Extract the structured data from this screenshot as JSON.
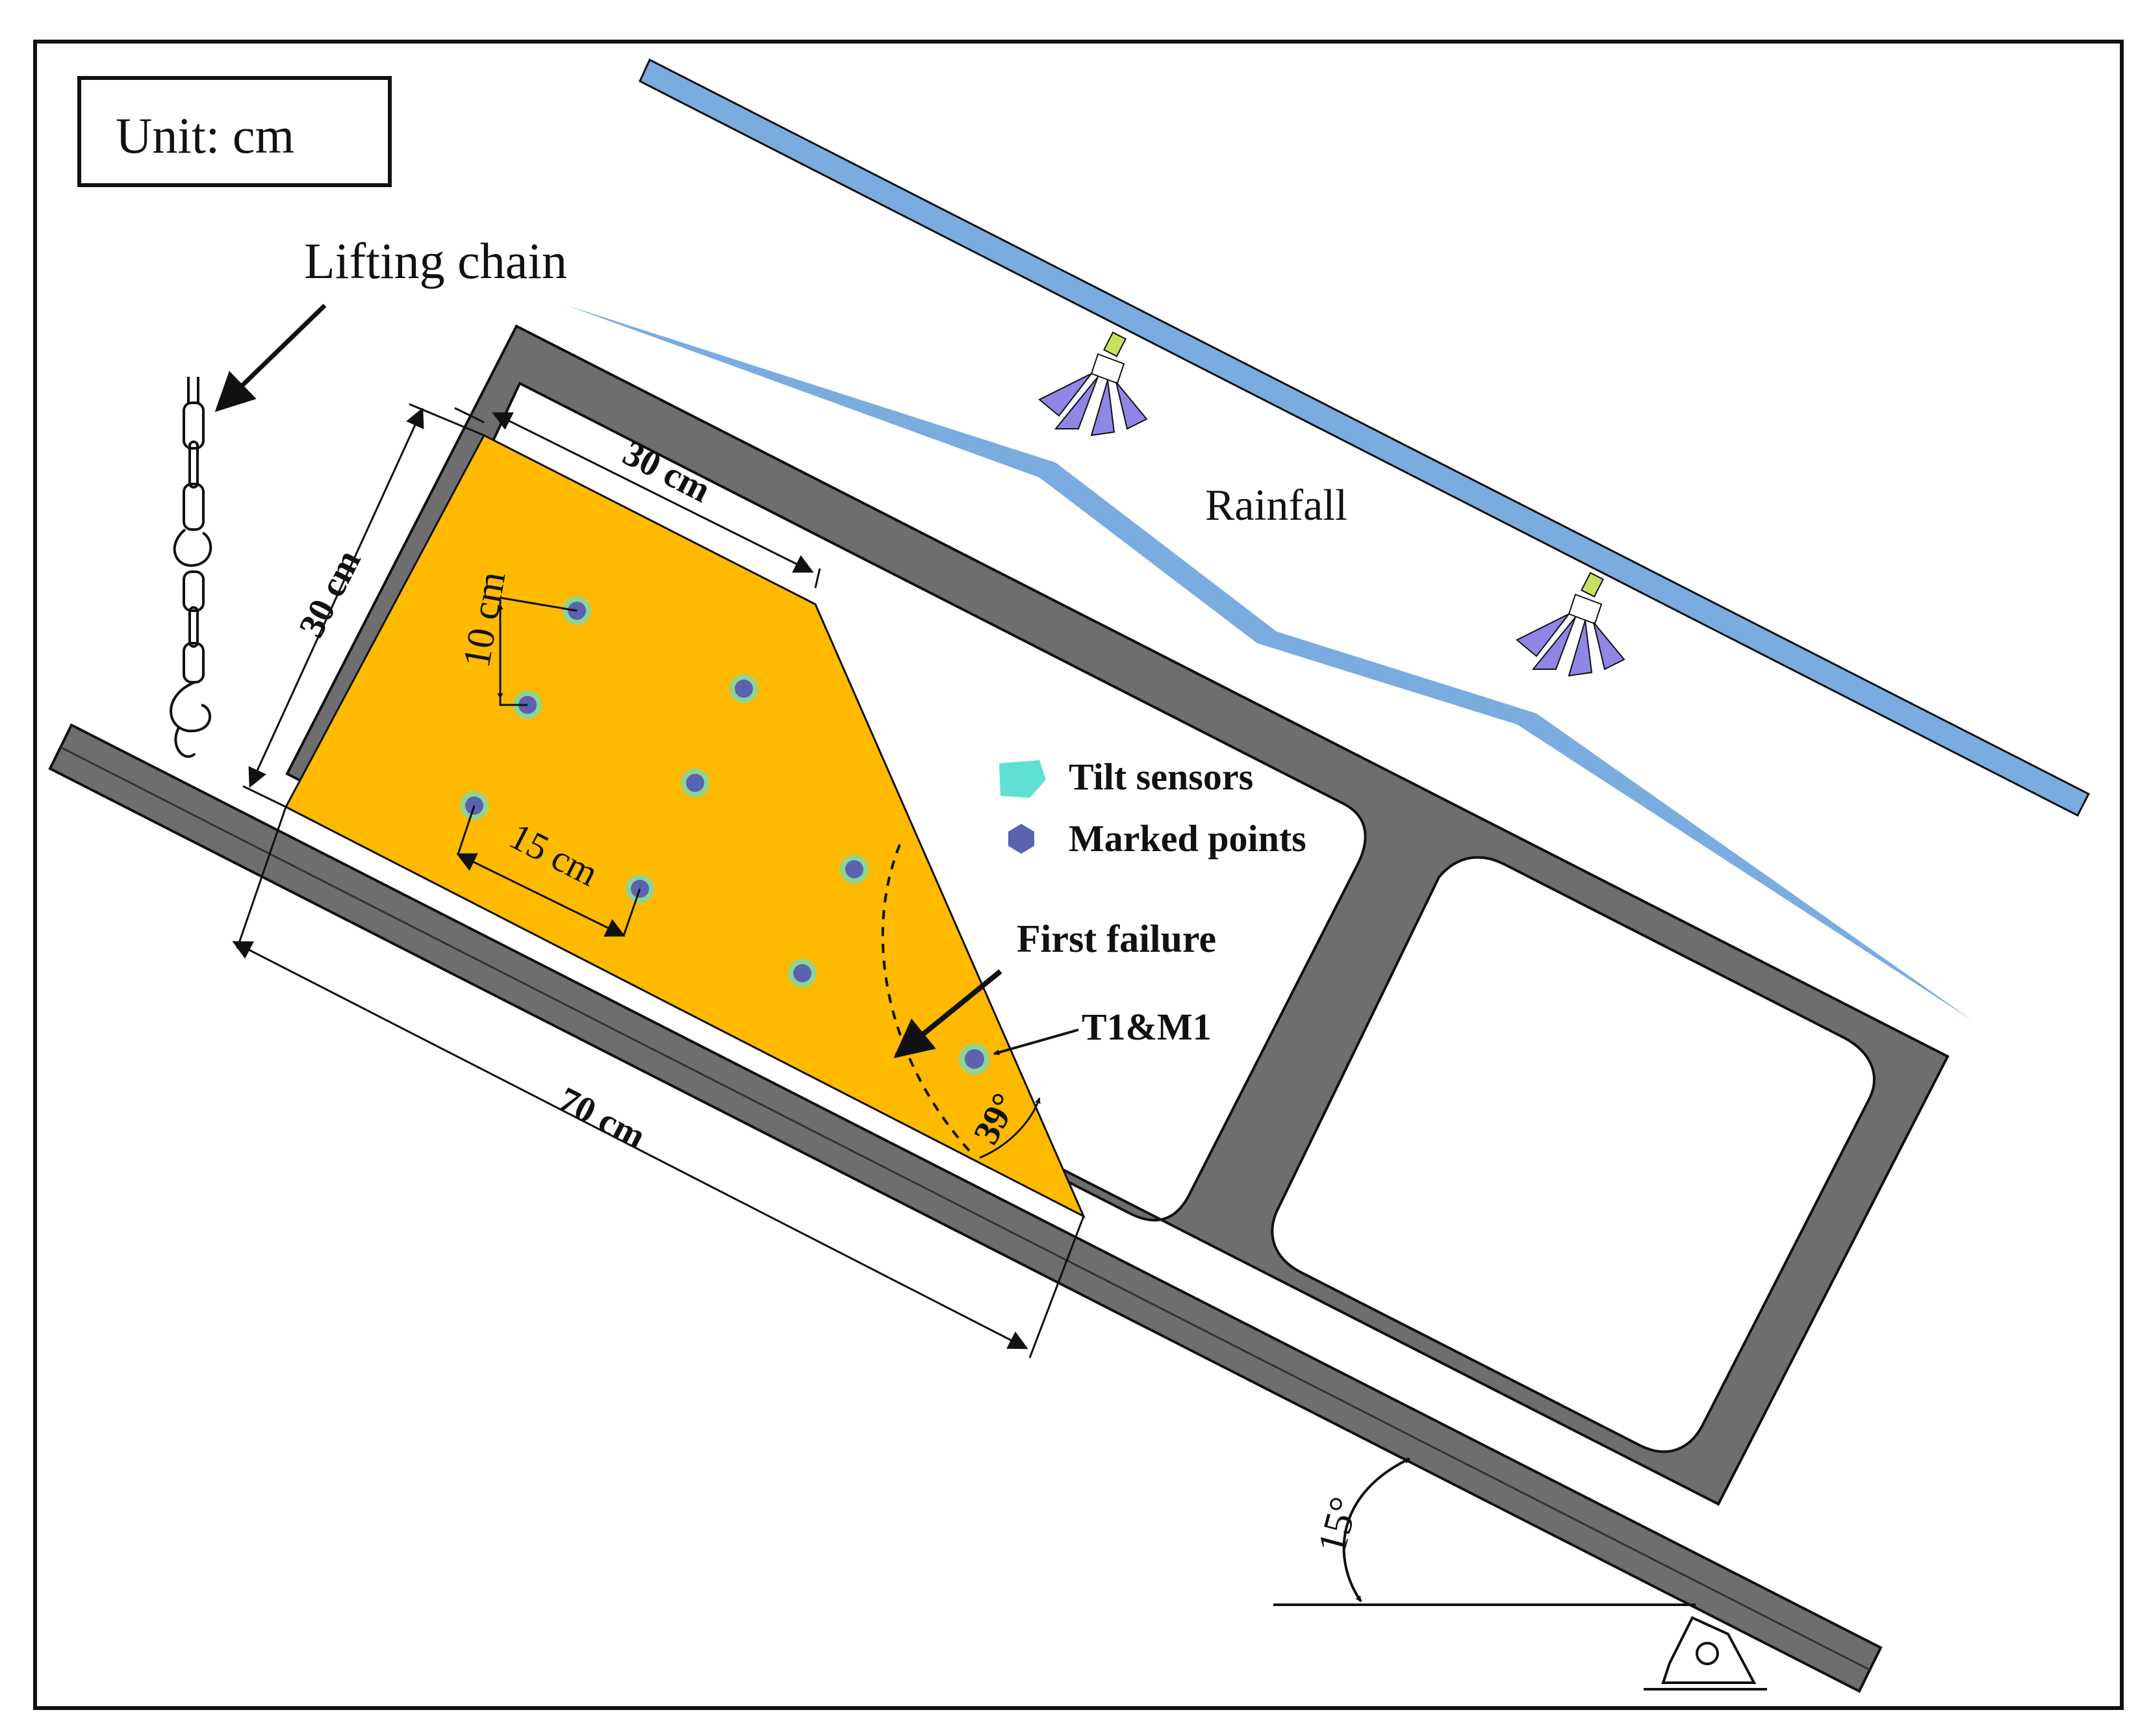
{
  "labels": {
    "unit": "Unit: cm",
    "lifting_chain": "Lifting chain",
    "rainfall": "Rainfall",
    "first_failure": "First failure",
    "t1m1": "T1&M1",
    "legend_tilt": "Tilt sensors",
    "legend_marked": "Marked points",
    "dim_top_30": "30 cm",
    "dim_left_30": "30 cm",
    "dim_10": "10 cm",
    "dim_15": "15 cm",
    "dim_70": "70 cm",
    "angle_39": "39°",
    "angle_15": "15°"
  },
  "colors": {
    "frame": "#6b6b6b",
    "slope": "#ffba00",
    "water": "#7aace0",
    "sensor": "#5fe0d0",
    "marker": "#5b62b0",
    "nozzle": "#8f86e6"
  },
  "icons": {
    "chain": "lifting-chain-icon",
    "nozzle": "spray-nozzle-icon",
    "hinge": "hinge-support-icon"
  }
}
